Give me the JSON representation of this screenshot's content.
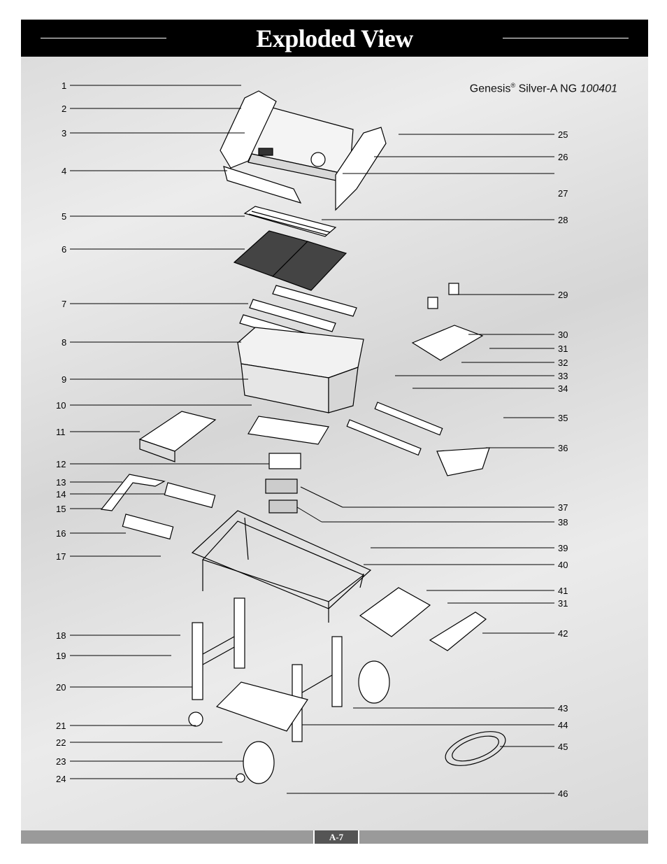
{
  "title": "Exploded View",
  "model": {
    "brand": "Genesis",
    "reg": "®",
    "name": "Silver-A NG",
    "number": "100401"
  },
  "page_label": "A-7",
  "callouts_left": [
    "1",
    "2",
    "3",
    "4",
    "5",
    "6",
    "7",
    "8",
    "9",
    "10",
    "11",
    "12",
    "13",
    "14",
    "15",
    "16",
    "17",
    "18",
    "19",
    "20",
    "21",
    "22",
    "23",
    "24"
  ],
  "callouts_right": [
    "25",
    "26",
    "27",
    "28",
    "29",
    "30",
    "31",
    "32",
    "33",
    "34",
    "35",
    "36",
    "37",
    "38",
    "39",
    "40",
    "41",
    "31",
    "42",
    "43",
    "44",
    "45",
    "46"
  ]
}
